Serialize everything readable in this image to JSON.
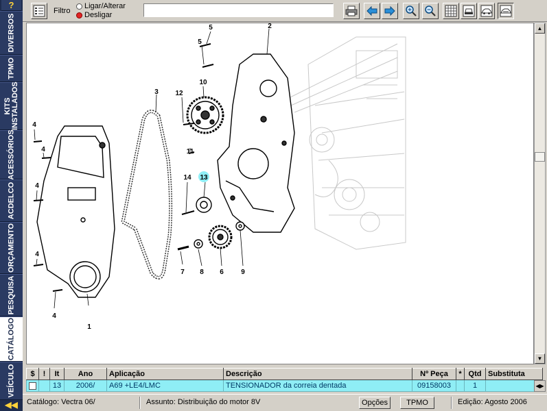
{
  "sidebar": {
    "help": "?",
    "tabs": [
      {
        "label": "DIVERSOS"
      },
      {
        "label": "TPMO"
      },
      {
        "label": "KITS INSTALADOS"
      },
      {
        "label": "ACESSÓRIOS"
      },
      {
        "label": "ACDELCO"
      },
      {
        "label": "ORÇAMENTO"
      },
      {
        "label": "PESQUISA"
      },
      {
        "label": "CATÁLOGO"
      },
      {
        "label": "VEÍCULO"
      }
    ],
    "collapse": "◀◀"
  },
  "toolbar": {
    "filter_label": "Filtro",
    "radio_on_label": "Ligar/Alterar",
    "radio_off_label": "Desligar",
    "selected_radio": "Desligar",
    "filter_value": "",
    "icons": [
      "list-filter-icon",
      "print-icon",
      "arrow-left-icon",
      "arrow-right-icon",
      "zoom-in-icon",
      "zoom-out-icon",
      "grid-icon",
      "car-front-icon",
      "car-side-icon",
      "car-rear-icon"
    ]
  },
  "diagram": {
    "callouts": [
      "1",
      "2",
      "3",
      "4",
      "4",
      "4",
      "4",
      "4",
      "5",
      "5",
      "6",
      "7",
      "8",
      "9",
      "10",
      "11",
      "12",
      "13",
      "14"
    ],
    "highlighted_callout": "13",
    "highlight_color": "#8feef5"
  },
  "table": {
    "headers": [
      "$",
      "!",
      "It",
      "Ano",
      "Aplicação",
      "Descrição",
      "Nº Peça",
      "*",
      "Qtd",
      "Substituta"
    ],
    "rows": [
      {
        "check": false,
        "flag": "",
        "it": "13",
        "ano": "2006/",
        "aplicacao": "A69 +LE4/LMC",
        "descricao": "TENSIONADOR da correia dentada",
        "peca": "09158003",
        "star": "",
        "qtd": "1",
        "substituta": ""
      }
    ],
    "row_color": "#8feef5"
  },
  "status": {
    "catalogo": "Catálogo: Vectra 06/",
    "assunto": "Assunto: Distribuição do motor 8V",
    "opcoes": "Opções",
    "tpmo": "TPMO",
    "edicao": "Edição: Agosto 2006"
  }
}
